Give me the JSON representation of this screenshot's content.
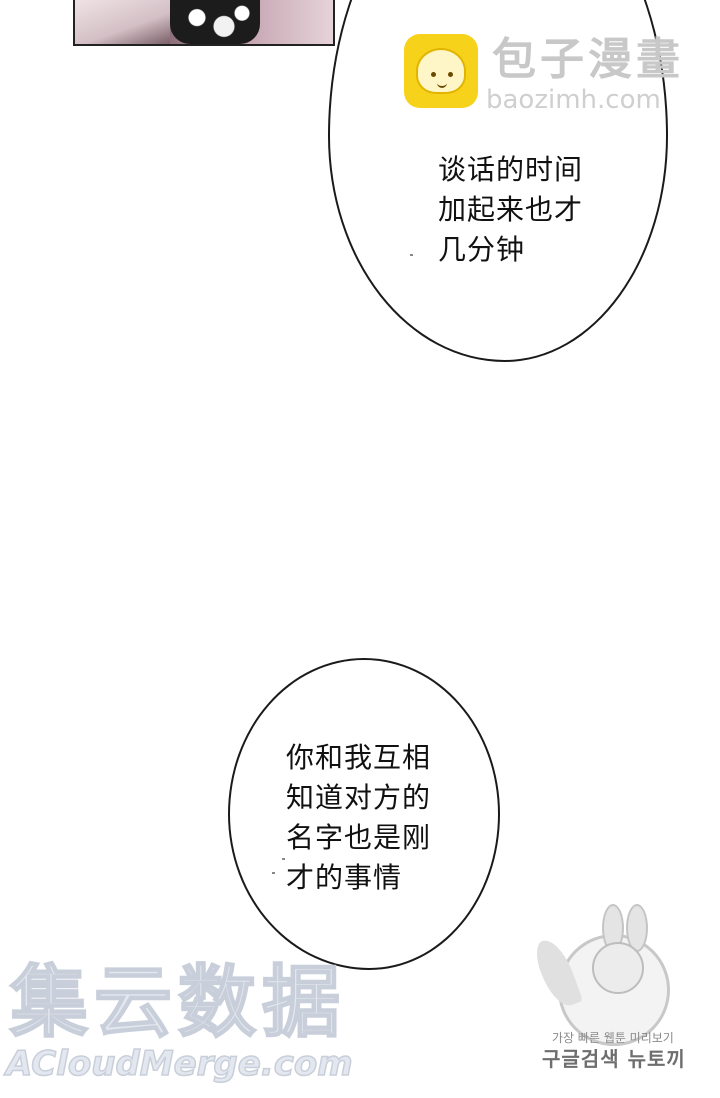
{
  "bubbles": [
    {
      "lines": [
        "谈话的时间",
        "加起来也才",
        "几分钟"
      ]
    },
    {
      "lines": [
        "你和我互相",
        "知道对方的",
        "名字也是刚",
        "才的事情"
      ]
    }
  ],
  "watermark_top": {
    "title": "包子漫畫",
    "url": "baozimh.com",
    "icon": "steamed-bun-icon",
    "icon_color": "#f7d21b"
  },
  "watermark_bottom_left": {
    "title": "集云数据",
    "url": "ACloudMerge.com"
  },
  "watermark_bottom_right": {
    "icon": "rabbit-mascot-icon",
    "small_text": "가장 빠른 웹툰 미리보기",
    "big_text": "구글검색 뉴토끼"
  }
}
